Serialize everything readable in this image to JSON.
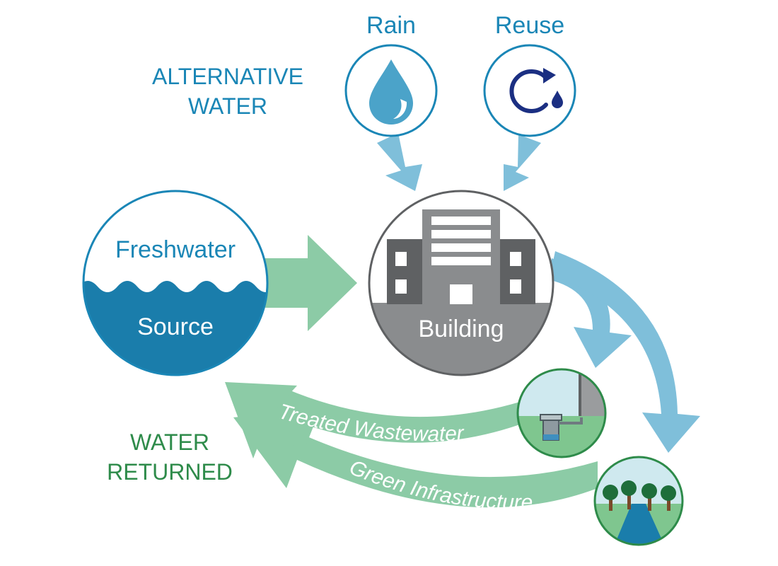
{
  "labels": {
    "rain": "Rain",
    "reuse": "Reuse",
    "alternative_water_line1": "ALTERNATIVE",
    "alternative_water_line2": "WATER",
    "freshwater": "Freshwater",
    "source": "Source",
    "building": "Building",
    "water_returned_line1": "WATER",
    "water_returned_line2": "RETURNED",
    "treated_wastewater": "Treated Wastewater",
    "green_infrastructure": "Green Infrastructure"
  },
  "colors": {
    "accent_blue": "#1a86b6",
    "light_blue_arrow": "#7fbfda",
    "water_deep": "#1a7dab",
    "green_arrow": "#8ccba6",
    "green_text": "#2e8b4a",
    "building_gray": "#5f6163",
    "building_light": "#8a8c8e",
    "navy_icon": "#1b2f82"
  },
  "icons": {
    "rain": "water-drop-icon",
    "reuse": "recycle-drop-icon",
    "building": "building-icon",
    "treated_wastewater": "wastewater-tank-icon",
    "green_infrastructure": "trees-stream-icon"
  }
}
